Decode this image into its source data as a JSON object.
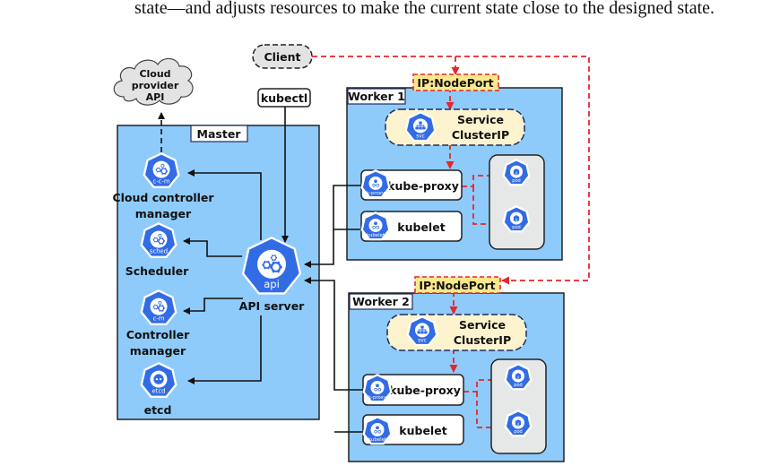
{
  "caption": "state—and adjusts resources to make the current state close to the designed state.",
  "colors": {
    "node_fill": "#8ecbfb",
    "node_border": "#222222",
    "k8s_blue": "#326ce5",
    "service_fill": "#fdf3cf",
    "service_border": "#1f2d5c",
    "nodeport_fill": "#fbe88a",
    "traffic": "#e8262b",
    "pod_group_fill": "#e6e8e8",
    "cloud_fill": "#e3e3e3"
  },
  "external": {
    "client": "Client",
    "cloud_provider": [
      "Cloud",
      "provider",
      "API"
    ],
    "kubectl": "kubectl"
  },
  "master": {
    "title": "Master",
    "components": [
      {
        "id": "ccm",
        "icon": "c-c-m",
        "label": [
          "Cloud controller",
          "manager"
        ]
      },
      {
        "id": "sched",
        "icon": "sched",
        "label": [
          "Scheduler"
        ]
      },
      {
        "id": "cm",
        "icon": "c-m",
        "label": [
          "Controller",
          "manager"
        ]
      },
      {
        "id": "etcd",
        "icon": "etcd",
        "label": [
          "etcd"
        ]
      }
    ],
    "api_server": {
      "icon": "api",
      "label": "API server"
    }
  },
  "workers": [
    {
      "title": "Worker 1",
      "nodeport": "IP:NodePort",
      "service": {
        "icon": "svc",
        "label": [
          "Service",
          "ClusterIP"
        ]
      },
      "kube_proxy": {
        "icon": "k-proxy",
        "label": "kube-proxy"
      },
      "kubelet": {
        "icon": "kubelet",
        "label": "kubelet"
      },
      "pods": [
        {
          "icon": "pod"
        },
        {
          "icon": "pod"
        }
      ]
    },
    {
      "title": "Worker 2",
      "nodeport": "IP:NodePort",
      "service": {
        "icon": "svc",
        "label": [
          "Service",
          "ClusterIP"
        ]
      },
      "kube_proxy": {
        "icon": "k-proxy",
        "label": "kube-proxy"
      },
      "kubelet": {
        "icon": "kubelet",
        "label": "kubelet"
      },
      "pods": [
        {
          "icon": "pod"
        },
        {
          "icon": "pod"
        }
      ]
    }
  ]
}
